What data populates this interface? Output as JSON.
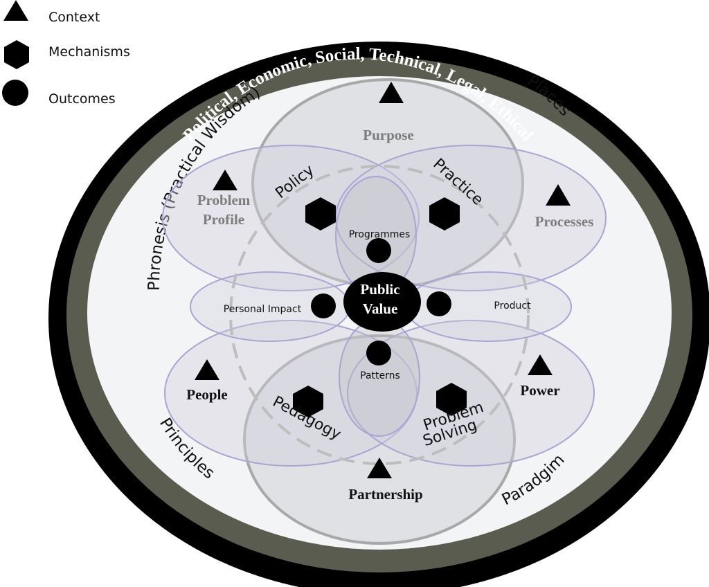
{
  "legend": {
    "context": "Context",
    "mechanisms": "Mechanisms",
    "outcomes": "Outcomes"
  },
  "outer_ring": "Political, Economic, Social, Technical, Legal, Ethical",
  "inner_ring": {
    "phronesis": "Phronesis (Practical Wisdom)",
    "places": "Places",
    "principles": "Principles",
    "paradigm": "Paradgim"
  },
  "context_nodes": {
    "purpose": "Purpose",
    "problem_profile_line1": "Problem",
    "problem_profile_line2": "Profile",
    "processes": "Processes",
    "people": "People",
    "power": "Power",
    "partnership": "Partnership"
  },
  "mechanisms": {
    "policy": "Policy",
    "practice": "Practice",
    "pedagogy": "Pedagogy",
    "problem_solving_line1": "Problem",
    "problem_solving_line2": "Solving"
  },
  "outcomes": {
    "programmes": "Programmes",
    "personal_impact": "Personal Impact",
    "product": "Product",
    "patterns": "Patterns"
  },
  "center": {
    "line1": "Public",
    "line2": "Value"
  },
  "colors": {
    "outer_ring": "#000000",
    "middle_ring": "#5a5c50",
    "inner_field": "#f3f4f6",
    "petal_fill": "#d6d6dc",
    "petal_stroke": "#9a98cc",
    "context_gray": "#7d7d7d",
    "context_dark": "#111111"
  }
}
